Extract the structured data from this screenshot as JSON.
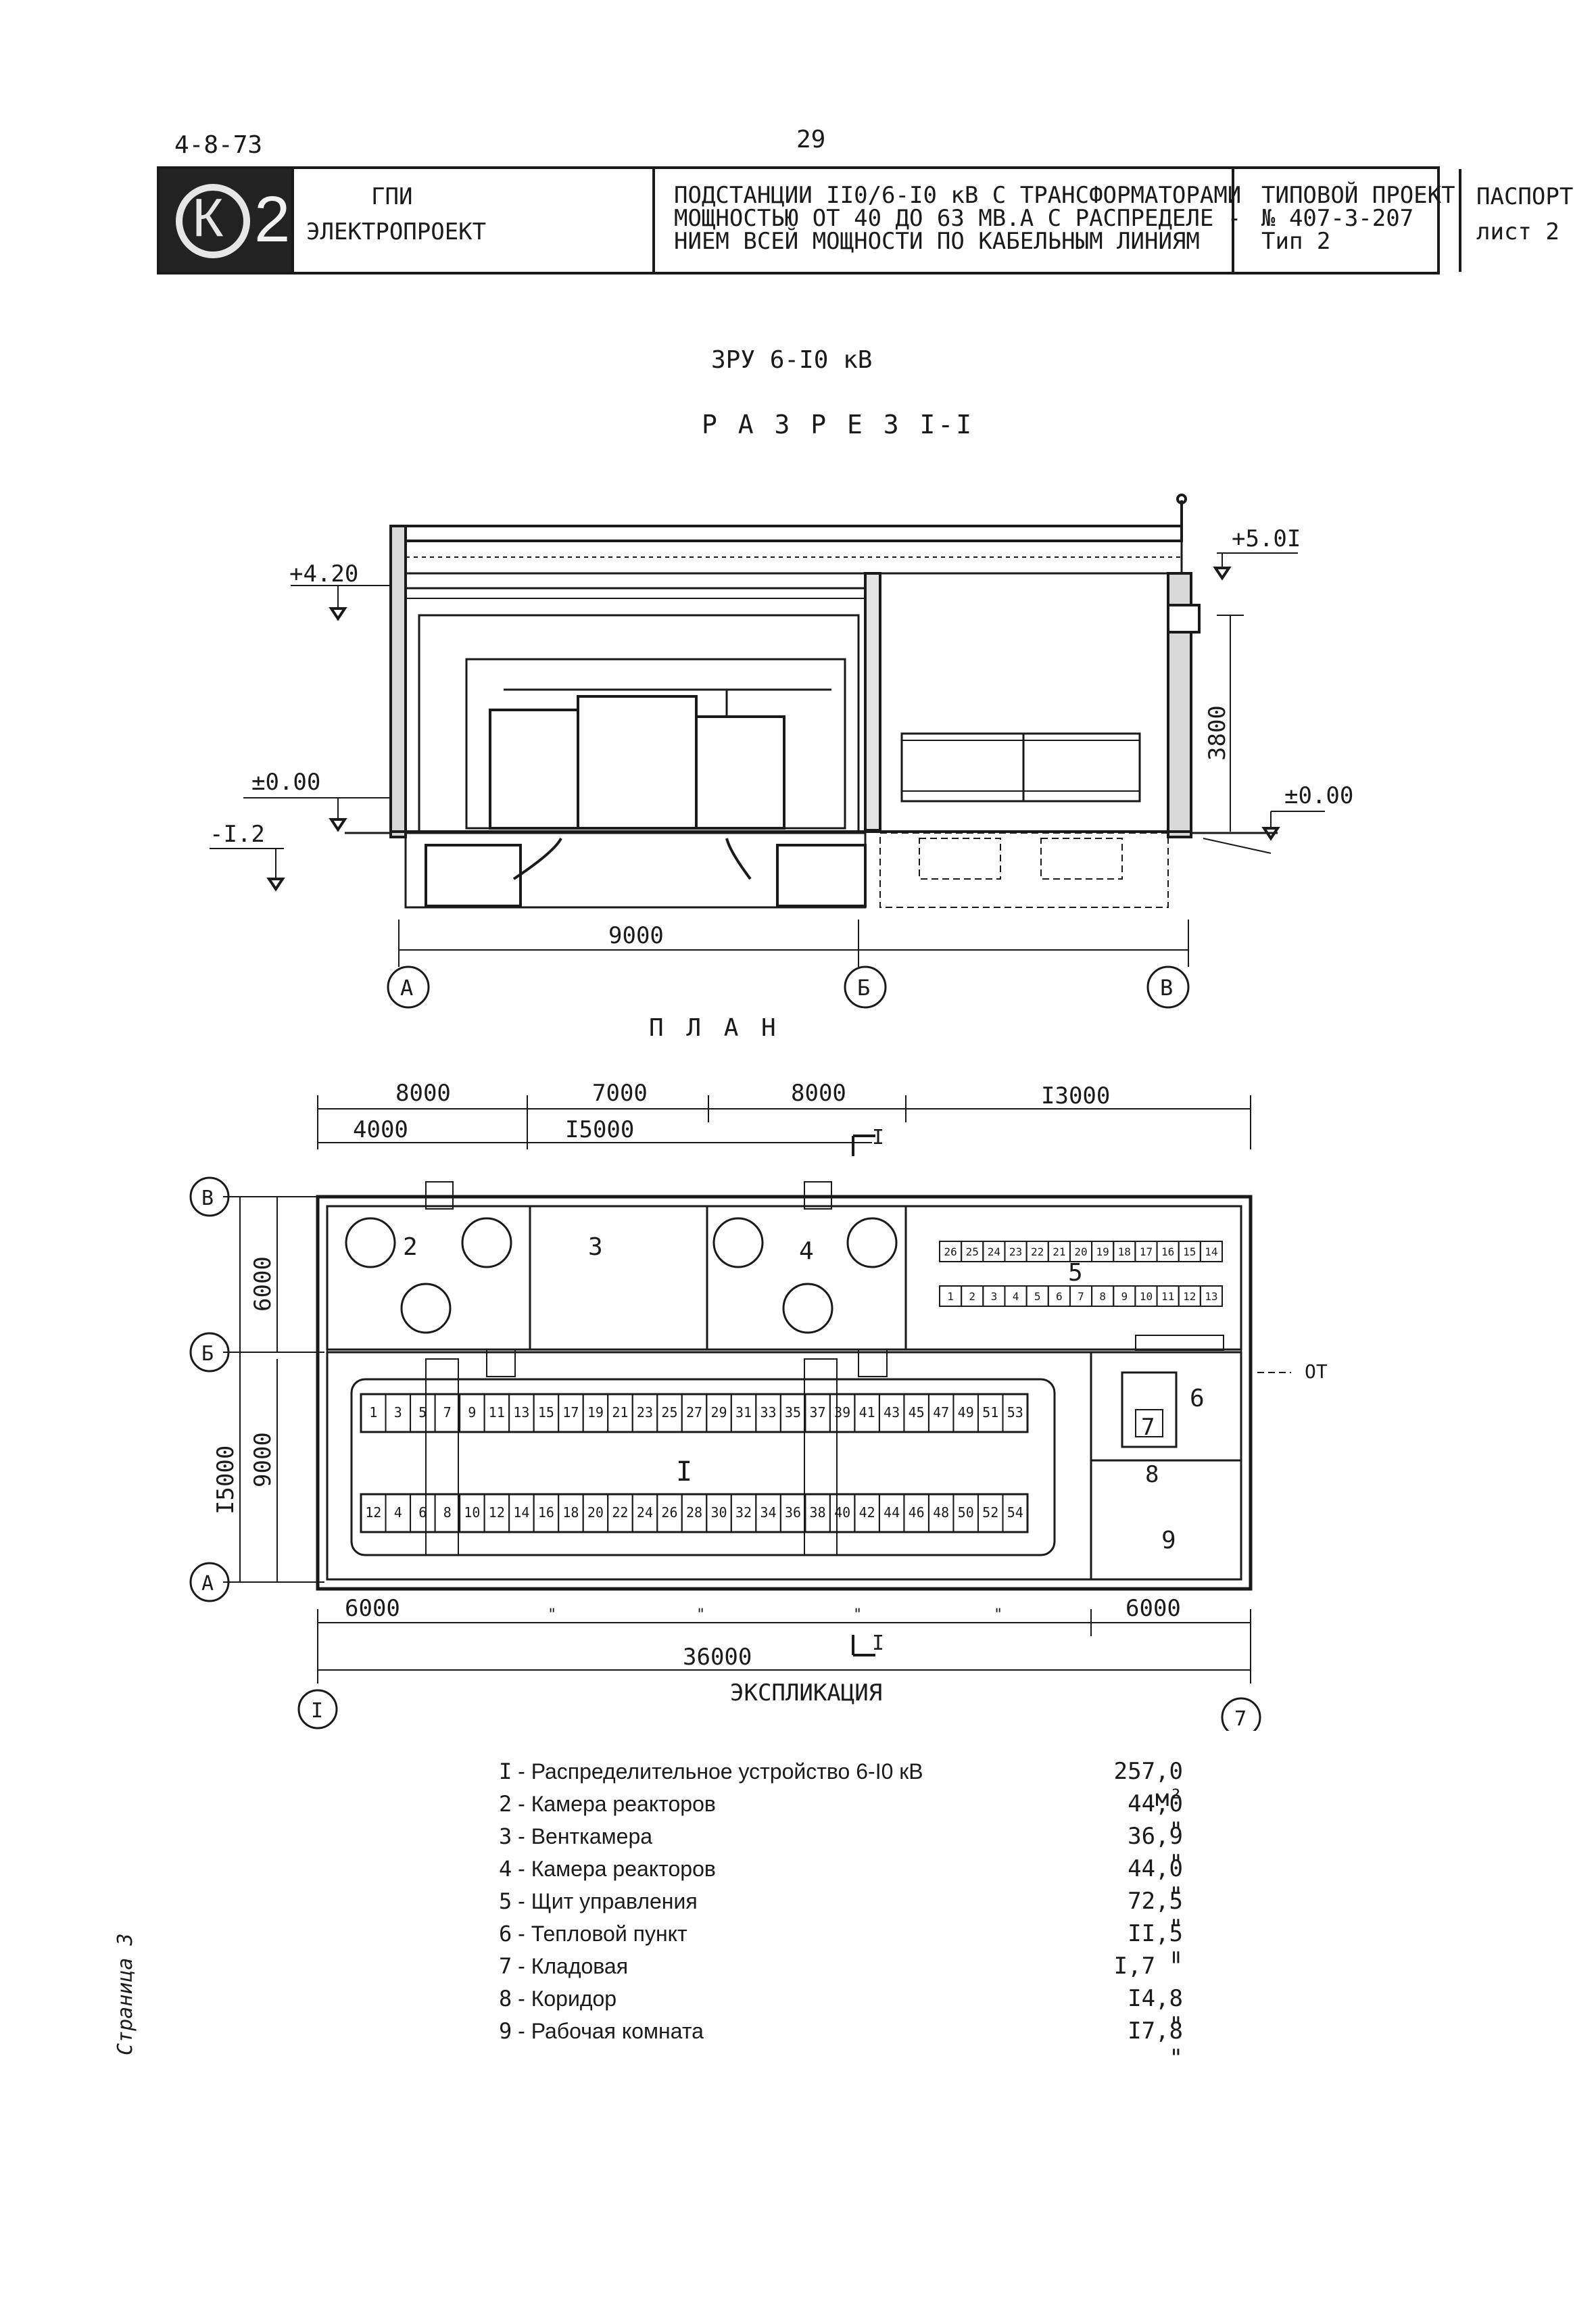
{
  "header": {
    "doc_code": "4-8-73",
    "page_number": "29"
  },
  "title_block": {
    "logo_digit": "2",
    "org": [
      "ГПИ",
      "ЭЛЕКТРОПРОЕКТ"
    ],
    "title": [
      "ПОДСТАНЦИИ II0/6-I0 кВ С ТРАНСФОРМАТОРАМИ",
      "МОЩНОСТЬЮ ОТ 40 ДО 63 МВ.А С РАСПРЕДЕЛЕ -",
      "НИЕМ ВСЕЙ МОЩНОСТИ ПО КАБЕЛЬНЫМ ЛИНИЯМ"
    ],
    "project": [
      "ТИПОВОЙ ПРОЕКТ",
      "№ 407-3-207",
      "Тип 2"
    ],
    "sheet": [
      "ПАСПОРТ",
      "лист 2"
    ]
  },
  "drawing": {
    "heading": "ЗРУ 6-I0 кВ",
    "section_title": "Р А З Р Е З  I-I",
    "plan_title": "П Л А Н",
    "section": {
      "level_top": "+5.0I",
      "level_420": "+4.20",
      "level_zero_left": "±0.00",
      "level_zero_right": "±0.00",
      "level_minus": "-I.2",
      "height_dim": "3800",
      "width_dim": "9000",
      "axes": [
        "А",
        "Б",
        "В"
      ]
    },
    "plan": {
      "top_dims": [
        "8000",
        "7000",
        "8000",
        "I3000"
      ],
      "sub_dims": [
        "4000",
        "I5000"
      ],
      "left_dims": [
        "6000",
        "I5000",
        "9000"
      ],
      "bottom_dims": [
        "6000",
        "6000",
        "36000"
      ],
      "ditto": [
        "\"",
        "\"",
        "\"",
        "\""
      ],
      "axes_rows": [
        "В",
        "Б",
        "А"
      ],
      "axes_cols": [
        "I",
        "7"
      ],
      "section_mark": "I",
      "room_labels": [
        "2",
        "3",
        "4",
        "5",
        "6",
        "7",
        "8",
        "9",
        "I"
      ],
      "side_note": "ОТ",
      "panel_top_row": [
        "1",
        "3",
        "5",
        "7",
        "9",
        "11",
        "13",
        "15",
        "17",
        "19",
        "21",
        "23",
        "25",
        "27",
        "29",
        "31",
        "33",
        "35",
        "37",
        "39",
        "41",
        "43",
        "45",
        "47",
        "49",
        "51",
        "53"
      ],
      "panel_bottom_row": [
        "12",
        "4",
        "6",
        "8",
        "10",
        "12",
        "14",
        "16",
        "18",
        "20",
        "22",
        "24",
        "26",
        "28",
        "30",
        "32",
        "34",
        "36",
        "38",
        "40",
        "42",
        "44",
        "46",
        "48",
        "50",
        "52",
        "54"
      ],
      "shield_top_row": [
        "26",
        "25",
        "24",
        "23",
        "22",
        "21",
        "20",
        "19",
        "18",
        "17",
        "16",
        "15",
        "14"
      ],
      "shield_bottom_row": [
        "1",
        "2",
        "3",
        "4",
        "5",
        "6",
        "7",
        "8",
        "9",
        "10",
        "11",
        "12",
        "13"
      ]
    }
  },
  "explication": {
    "title": "ЭКСПЛИКАЦИЯ",
    "items": [
      {
        "num": "I",
        "name": "Распределительное устройство 6-I0 кВ",
        "area": "257,0 м²"
      },
      {
        "num": "2",
        "name": "Камера реакторов",
        "area": "44,0 \""
      },
      {
        "num": "3",
        "name": "Венткамера",
        "area": "36,9 \""
      },
      {
        "num": "4",
        "name": "Камера реакторов",
        "area": "44,0 \""
      },
      {
        "num": "5",
        "name": "Щит управления",
        "area": "72,5 \""
      },
      {
        "num": "6",
        "name": "Тепловой пункт",
        "area": "II,5 \""
      },
      {
        "num": "7",
        "name": "Кладовая",
        "area": "I,7 \""
      },
      {
        "num": "8",
        "name": "Коридор",
        "area": "I4,8 \""
      },
      {
        "num": "9",
        "name": "Рабочая комната",
        "area": "I7,8 \""
      }
    ]
  },
  "margin_note": "Страница 3"
}
